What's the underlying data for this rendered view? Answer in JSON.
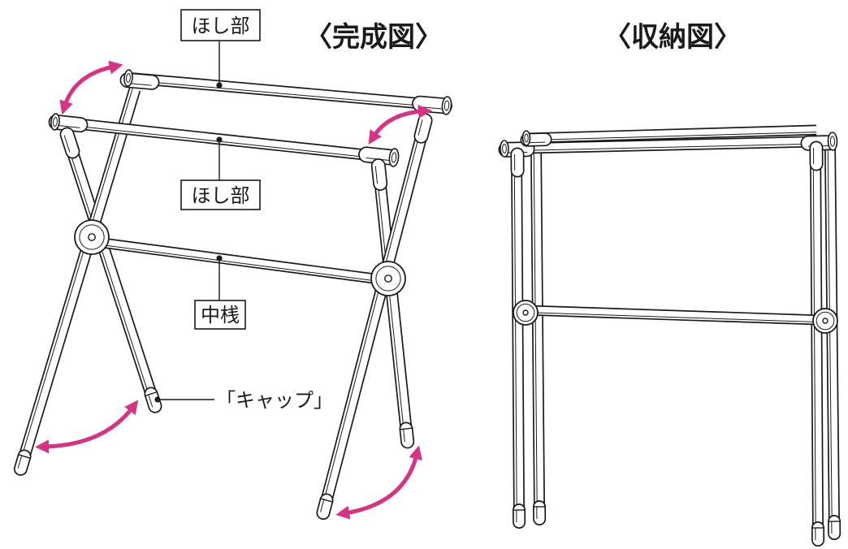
{
  "titles": {
    "assembled": "〈完成図〉",
    "storage": "〈収納図〉"
  },
  "labels": {
    "hoshi_back": "ほし部",
    "hoshi_front": "ほし部",
    "middle_bar": "中桟",
    "cap": "「キャップ」"
  },
  "icons": {
    "rotation_arrows": "double-headed-curved-arrow"
  },
  "colors": {
    "line": "#1a1a1a",
    "arrow": "#d63384",
    "background": "#ffffff"
  }
}
